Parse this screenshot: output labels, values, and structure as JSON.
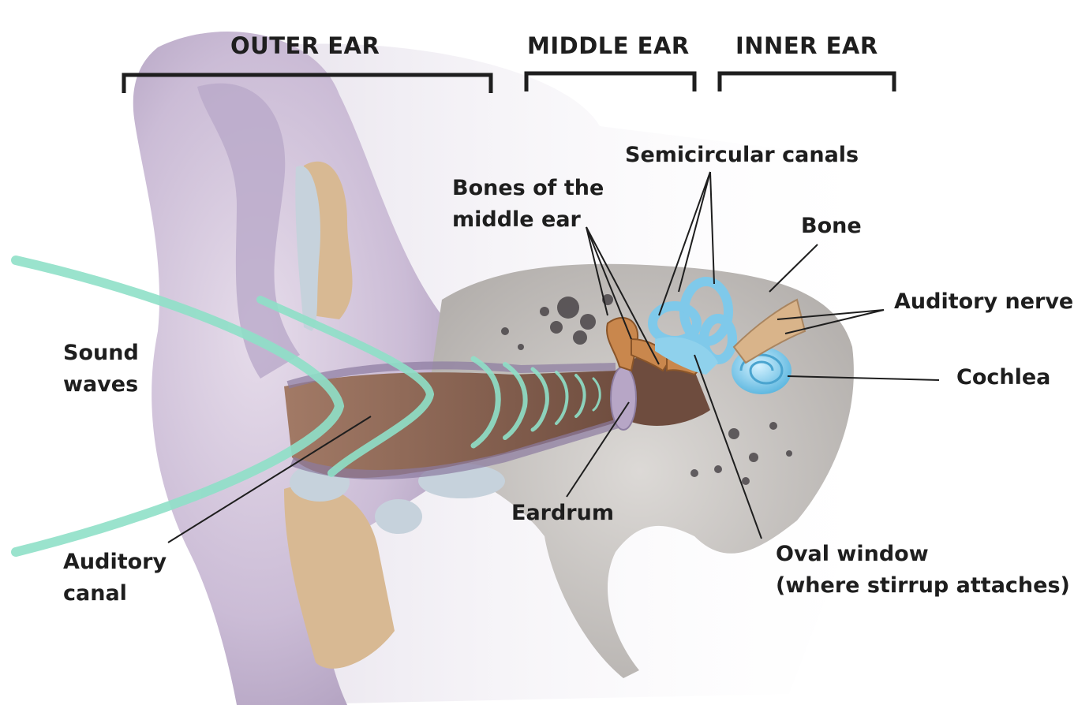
{
  "sections": {
    "outer": "OUTER EAR",
    "middle": "MIDDLE EAR",
    "inner": "INNER EAR"
  },
  "labels": {
    "sound_waves": [
      "Sound",
      "waves"
    ],
    "auditory_canal": [
      "Auditory",
      "canal"
    ],
    "bones": [
      "Bones of the",
      "middle ear"
    ],
    "semicircular": "Semicircular canals",
    "bone": "Bone",
    "auditory_nerve": "Auditory nerve",
    "cochlea": "Cochlea",
    "eardrum": "Eardrum",
    "oval_window": [
      "Oval window",
      "(where stirrup attaches)"
    ]
  },
  "colors": {
    "skin": "#cfc2d9",
    "skin_dark": "#9c8aae",
    "cartilage": "#d8b993",
    "bone": "#c9c6c4",
    "canal": "#8e6553",
    "wave": "#8fe0c8",
    "inner_ear": "#8fd1ec",
    "ossicles": "#c9874d",
    "text": "#1e1e1e"
  }
}
